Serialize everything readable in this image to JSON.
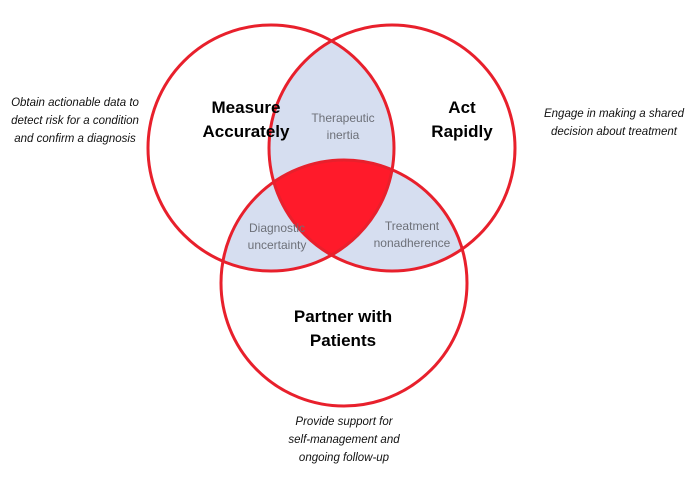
{
  "colors": {
    "circle_stroke": "#e8202c",
    "pair_overlap_fill": "#d6def0",
    "center_overlap_fill": "#ff1a2a",
    "overlap_text": "#6d7078",
    "title_text": "#000000",
    "description_text": "#111111"
  },
  "circles": {
    "measure": {
      "title_lines": [
        "Measure",
        "Accurately"
      ]
    },
    "act": {
      "title_lines": [
        "Act",
        "Rapidly"
      ]
    },
    "partner": {
      "title_lines": [
        "Partner with",
        "Patients"
      ]
    }
  },
  "overlaps": {
    "measure_act": {
      "lines": [
        "Therapeutic",
        "inertia"
      ]
    },
    "measure_partner": {
      "lines": [
        "Diagnostic",
        "uncertainty"
      ]
    },
    "act_partner": {
      "lines": [
        "Treatment",
        "nonadherence"
      ]
    }
  },
  "descriptions": {
    "measure": {
      "lines": [
        "Obtain actionable data to",
        "detect risk for a condition",
        "and confirm a diagnosis"
      ]
    },
    "act": {
      "lines": [
        "Engage in making a shared",
        "decision about treatment"
      ]
    },
    "partner": {
      "lines": [
        "Provide support for",
        "self-management and",
        "ongoing follow-up"
      ]
    }
  }
}
